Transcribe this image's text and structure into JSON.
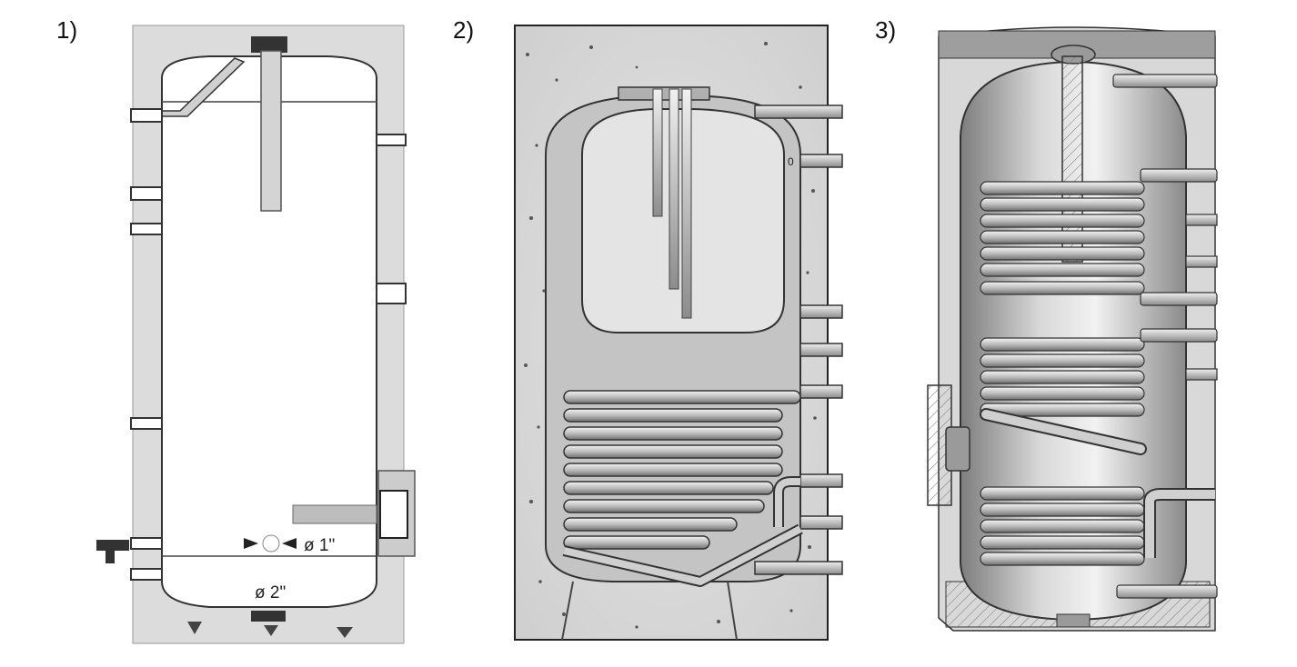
{
  "panels": [
    {
      "label": "1)"
    },
    {
      "label": "2)"
    },
    {
      "label": "3)"
    }
  ],
  "diagram1": {
    "dim_outlet": "ø 1\"",
    "dim_bottom": "ø 2\""
  },
  "diagram2": {
    "marker": "0"
  },
  "colors": {
    "insulation": "#dcdcdc",
    "tank_fill": "#ffffff",
    "outline": "#333333",
    "metal_dark": "#8c8c8c",
    "metal_mid": "#b9b9b9",
    "metal_light": "#e6e6e6"
  }
}
